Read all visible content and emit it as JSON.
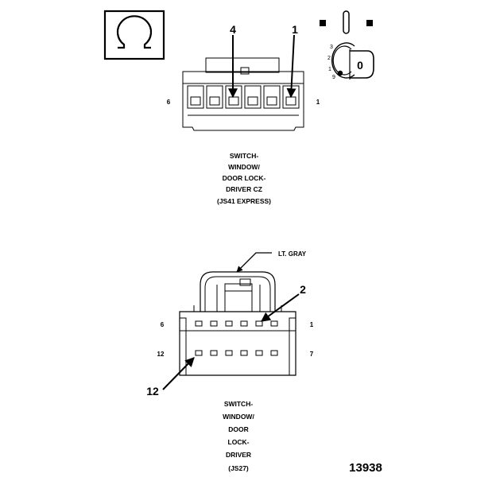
{
  "symbol_icon": "omega-resistance-icon",
  "connector_top": {
    "callouts": [
      "4",
      "1"
    ],
    "pin_left": "6",
    "pin_right": "1",
    "caption": [
      "SWITCH-",
      "WINDOW/",
      "DOOR LOCK-",
      "DRIVER CZ",
      "(JS41 EXPRESS)"
    ]
  },
  "ignition": {
    "positions": [
      "3",
      "2",
      "1",
      "9"
    ],
    "key_label": "0"
  },
  "connector_bottom": {
    "color_label": "LT. GRAY",
    "callout_right": "2",
    "callout_left": "12",
    "pin_top_left": "6",
    "pin_top_right": "1",
    "pin_bottom_left": "12",
    "pin_bottom_right": "7",
    "caption": [
      "SWITCH-",
      "WINDOW/",
      "DOOR",
      "LOCK-",
      "DRIVER",
      "(JS27)"
    ]
  },
  "figure_number": "13938"
}
